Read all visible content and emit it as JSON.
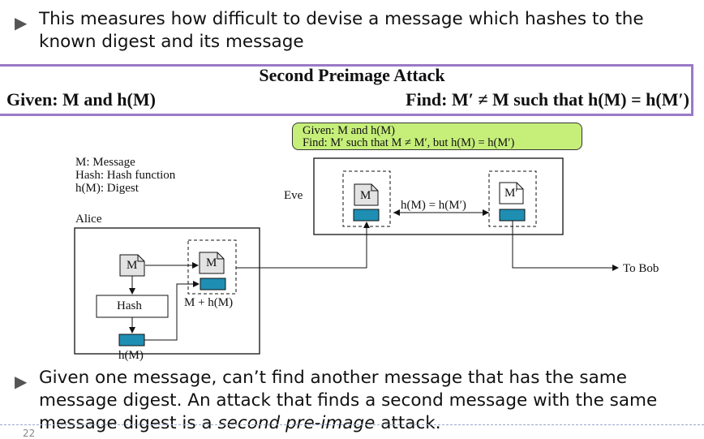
{
  "bullets": [
    {
      "line1": "This measures how difficult to devise a message which hashes to the",
      "line2": "known digest and its message"
    },
    {
      "line1": "Given one message, can’t find another message that has the same",
      "line2": "message digest.  An attack that finds a second message with the same",
      "line3a": "message digest is a ",
      "line3em": "second pre-image",
      "line3b": " attack."
    }
  ],
  "definition": {
    "title": "Second Preimage Attack",
    "given": "Given: M and h(M)",
    "find": "Find: M′ ≠ M such that h(M) = h(M′)"
  },
  "diagram": {
    "legend": [
      "M: Message",
      "Hash: Hash function",
      "h(M): Digest"
    ],
    "alice": "Alice",
    "eve": "Eve",
    "callout": [
      "Given: M and h(M)",
      "Find: M′ such that M ≠ M′, but h(M) = h(M′)"
    ],
    "msg": "M",
    "msg_prime": "M′",
    "hash": "Hash",
    "digest": "h(M)",
    "packet": "M + h(M)",
    "equal": "h(M) = h(M′)",
    "to_bob": "To Bob"
  },
  "colors": {
    "digest_fill": "#1e8fb3",
    "callout_fill": "#c6ef7a",
    "def_border": "#9a79c8"
  },
  "page_number": "22"
}
